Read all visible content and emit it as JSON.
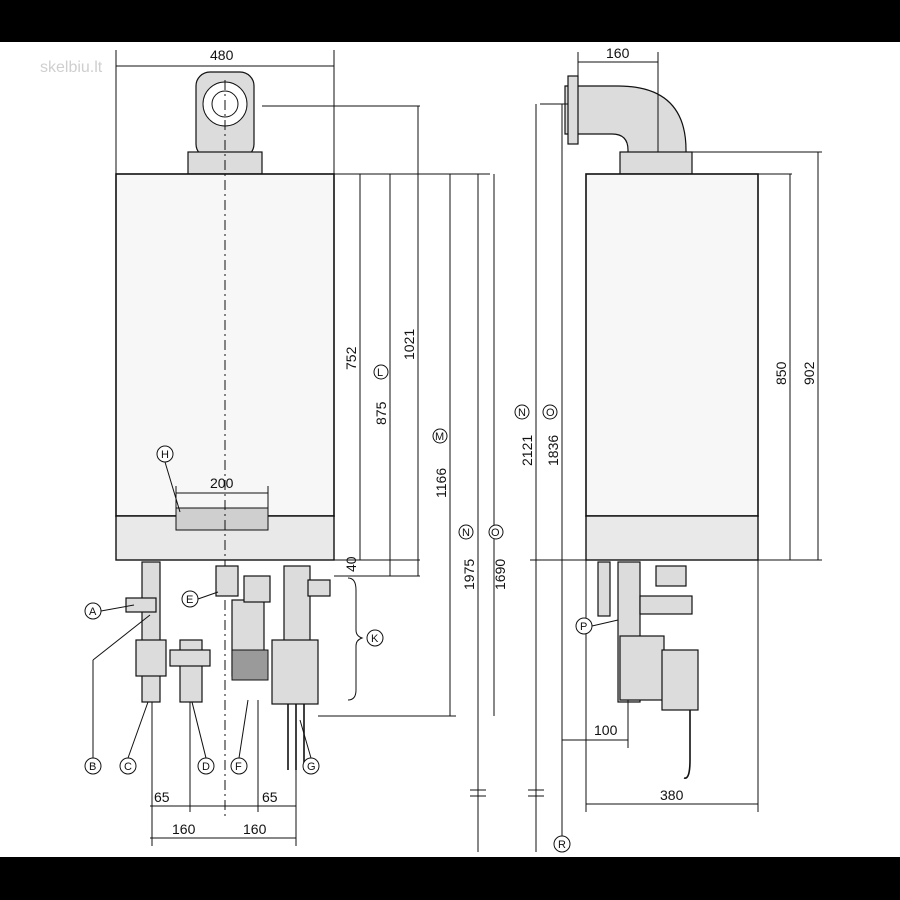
{
  "watermark": "skelbiu.lt",
  "front_view": {
    "width": "480",
    "depth_label": "200",
    "heights": {
      "h752": "752",
      "h875": "875",
      "h1021": "1021",
      "h1166": "1166",
      "h40": "40",
      "h1975": "1975",
      "h1690": "1690"
    },
    "height_markers": {
      "l": "L",
      "m": "M",
      "n": "N",
      "o": "O"
    },
    "spacing": {
      "s65_left": "65",
      "s65_right": "65",
      "s160_left": "160",
      "s160_right": "160"
    },
    "callouts": {
      "a": "A",
      "b": "B",
      "c": "C",
      "d": "D",
      "e": "E",
      "f": "F",
      "g": "G",
      "h": "H",
      "k": "K"
    }
  },
  "side_view": {
    "flue_offset": "160",
    "heights": {
      "h850": "850",
      "h902": "902",
      "h2121": "2121",
      "h1836": "1836"
    },
    "height_markers": {
      "n": "N",
      "o": "O"
    },
    "depth": "380",
    "pipe_offset": "100",
    "callouts": {
      "p": "P",
      "r": "R"
    }
  }
}
